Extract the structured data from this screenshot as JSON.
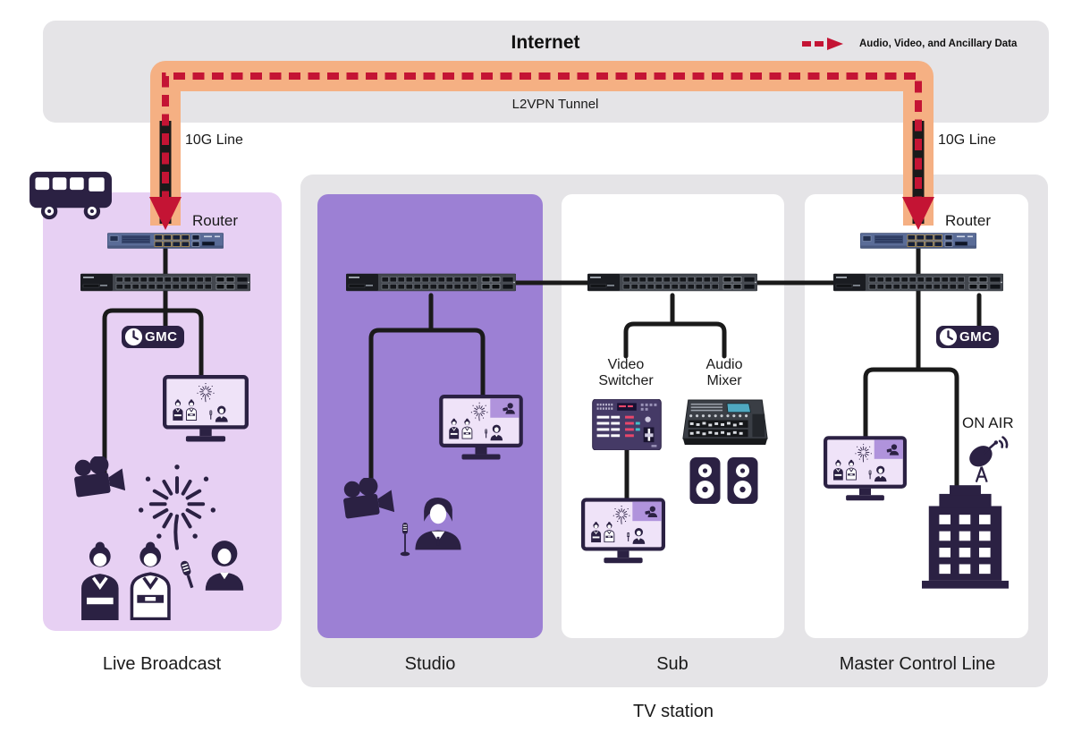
{
  "internet": {
    "title": "Internet",
    "tunnel_label": "L2VPN Tunnel",
    "left_line_label": "10G Line",
    "right_line_label": "10G Line"
  },
  "legend": {
    "label": "Audio, Video, and Ancillary Data"
  },
  "live_broadcast": {
    "label": "Live Broadcast",
    "router_label": "Router",
    "gmc_label": "GMC"
  },
  "tv_station": {
    "label": "TV station",
    "studio": {
      "label": "Studio"
    },
    "sub": {
      "label": "Sub",
      "video_switcher": {
        "line1": "Video",
        "line2": "Switcher"
      },
      "audio_mixer": {
        "line1": "Audio",
        "line2": "Mixer"
      }
    },
    "master": {
      "label": "Master Control Line",
      "router_label": "Router",
      "gmc_label": "GMC",
      "on_air_label": "ON AIR"
    }
  },
  "colors": {
    "accent_red": "#C41434",
    "tunnel_orange": "#F5B083",
    "icon_navy": "#2B2143",
    "live_panel": "#E7D0F3",
    "studio_panel": "#9C80D4",
    "panel_gray": "#E5E4E7",
    "line_black": "#1A1A1A",
    "router_blue": "#5A6C97",
    "switch_gray": "#43474E"
  }
}
